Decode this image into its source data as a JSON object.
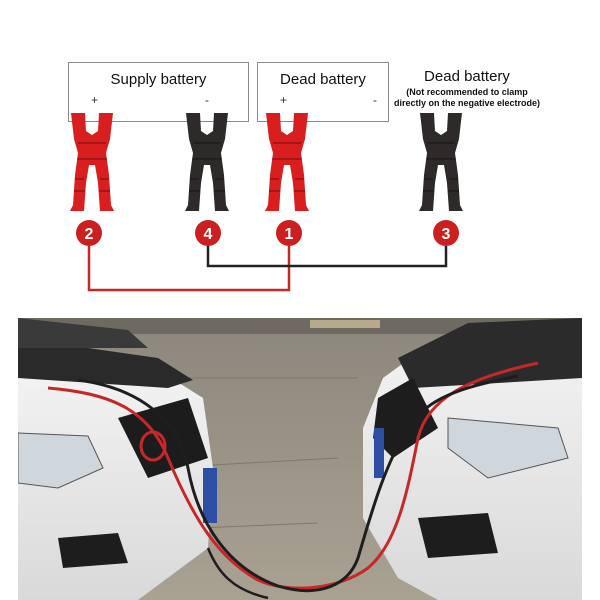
{
  "supply_box": {
    "title": "Supply battery",
    "plus": "+",
    "minus": "-"
  },
  "dead_box": {
    "title": "Dead battery",
    "plus": "+",
    "minus": "-"
  },
  "free_label": {
    "title": "Dead battery",
    "note_line1": "(Not recommended to clamp",
    "note_line2": "directly on the negative electrode)"
  },
  "clamps": [
    {
      "id": "supply-positive",
      "number": "2",
      "color": "#d81e1e"
    },
    {
      "id": "supply-negative",
      "number": "4",
      "color": "#2e2a2a"
    },
    {
      "id": "dead-positive",
      "number": "1",
      "color": "#d81e1e"
    },
    {
      "id": "dead-negative",
      "number": "3",
      "color": "#2e2a2a"
    }
  ],
  "colors": {
    "red": "#d81e1e",
    "black": "#2e2a2a",
    "badge": "#cc1f1f",
    "wire_red": "#c62828",
    "wire_black": "#222222"
  }
}
